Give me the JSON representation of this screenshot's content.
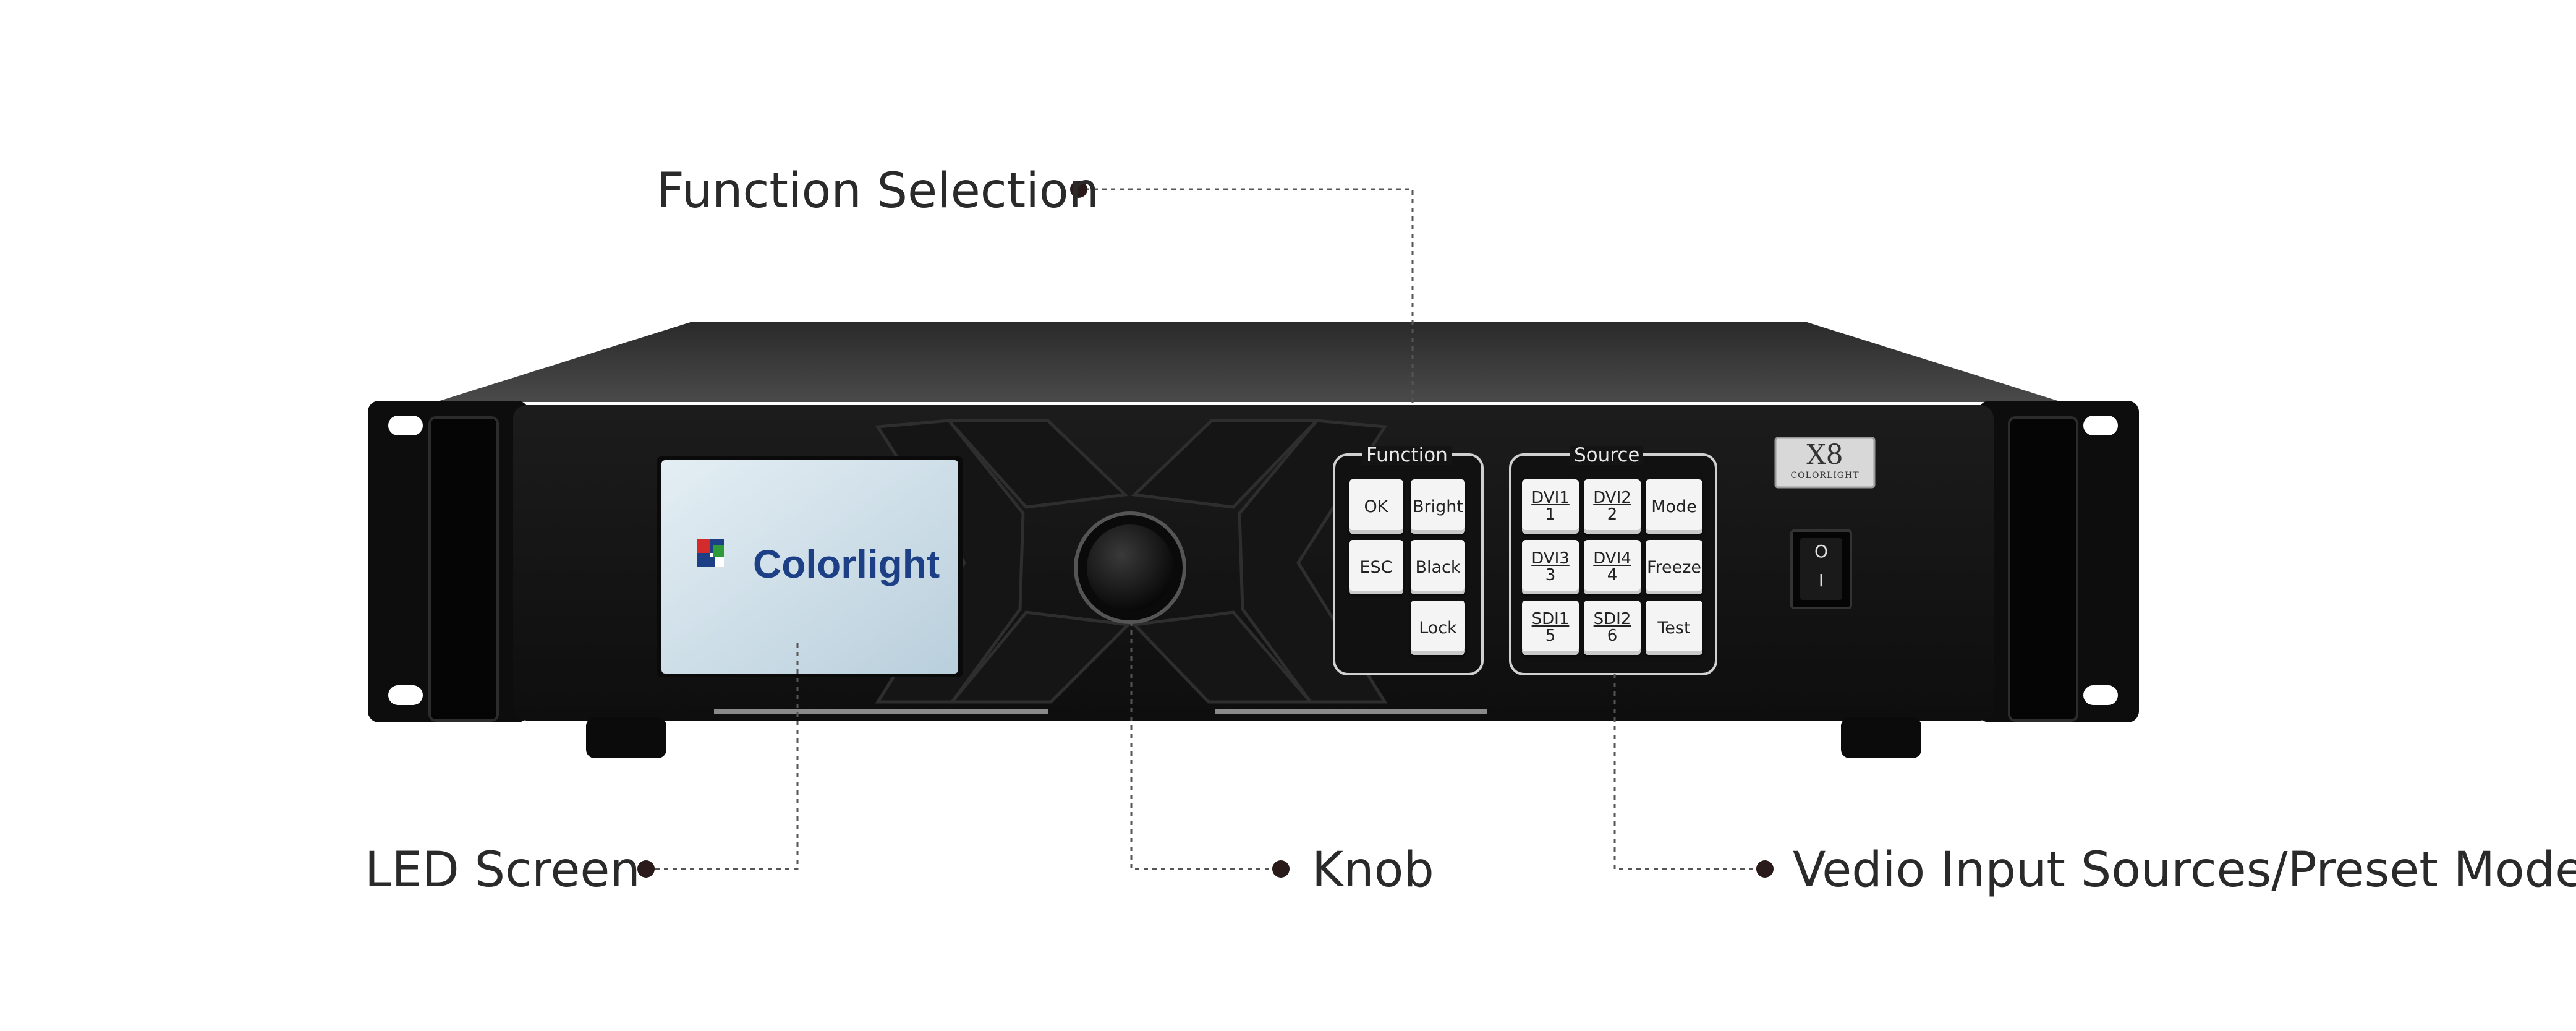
{
  "callouts": {
    "function_selection": "Function Selection",
    "led_screen": "LED Screen",
    "knob": "Knob",
    "video_input": "Vedio Input Sources/Preset Mode"
  },
  "lcd": {
    "brand": "Colorlight"
  },
  "function_panel": {
    "title": "Function",
    "keys": {
      "ok": "OK",
      "bright": "Bright",
      "esc": "ESC",
      "black": "Black",
      "lock": "Lock"
    }
  },
  "source_panel": {
    "title": "Source",
    "keys": {
      "dvi1": {
        "top": "DVI1",
        "bot": "1"
      },
      "dvi2": {
        "top": "DVI2",
        "bot": "2"
      },
      "mode": "Mode",
      "dvi3": {
        "top": "DVI3",
        "bot": "3"
      },
      "dvi4": {
        "top": "DVI4",
        "bot": "4"
      },
      "freeze": "Freeze",
      "sdi1": {
        "top": "SDI1",
        "bot": "5"
      },
      "sdi2": {
        "top": "SDI2",
        "bot": "6"
      },
      "test": "Test"
    }
  },
  "model_badge": {
    "model": "X8",
    "brand": "COLORLIGHT"
  },
  "power_switch": {
    "on": "O",
    "off": "I"
  },
  "colors": {
    "chassis": "#1a1a1a",
    "lcd": "#c9dce8",
    "brand_blue": "#1c3f86",
    "callout_dot": "#2a1a1a"
  }
}
